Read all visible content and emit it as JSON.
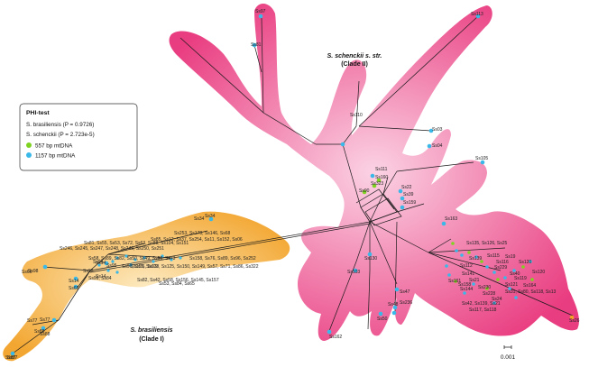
{
  "clades": {
    "schenckii": {
      "name": "S. schenckii s. str.",
      "sub": "(Clade II)"
    },
    "brasiliensis": {
      "name": "S. brasiliensis",
      "sub": "(Clade I)"
    }
  },
  "legend": {
    "title": "PHI-test",
    "brasiliensis": "S. brasiliensis (P = 0.9726)",
    "schenckii": "S. schenckii (P = 2.723e-5)",
    "green_label": "557 bp mtDNA",
    "cyan_label": "1157 bp mtDNA"
  },
  "scale": {
    "label": "0.001"
  },
  "colors": {
    "schenckii_region": "#e8337a",
    "schenckii_region_light": "#f7a8c8",
    "brasiliensis_region": "#f2a227",
    "brasiliensis_region_light": "#fde3ad",
    "green_dot": "#7ed321",
    "cyan_dot": "#3ab8e8",
    "branch": "#1a1a1a"
  },
  "nodes": [
    {
      "label": "Ss97",
      "type": "cyan"
    },
    {
      "label": "Ss81",
      "type": "cyan"
    },
    {
      "label": "Ss113",
      "type": "cyan"
    },
    {
      "label": "Ss110",
      "type": "cyan"
    },
    {
      "label": "Ss03",
      "type": "cyan"
    },
    {
      "label": "Ss04",
      "type": "cyan"
    },
    {
      "label": "Ss105",
      "type": "cyan"
    },
    {
      "label": "Ss111",
      "type": "cyan"
    },
    {
      "label": "Ss160",
      "type": "green"
    },
    {
      "label": "Ss323",
      "type": "green"
    },
    {
      "label": "Ss90",
      "type": "green"
    },
    {
      "label": "Ss22",
      "type": "cyan"
    },
    {
      "label": "Ss39",
      "type": "cyan"
    },
    {
      "label": "Ss159",
      "type": "cyan"
    },
    {
      "label": "Ss163",
      "type": "cyan"
    },
    {
      "label": "Ss130",
      "type": "cyan"
    },
    {
      "label": "Ss103",
      "type": "cyan"
    },
    {
      "label": "Ss162",
      "type": "cyan"
    },
    {
      "label": "Ss47",
      "type": "cyan"
    },
    {
      "label": "Ss236",
      "type": "cyan"
    },
    {
      "label": "Ss48",
      "type": "cyan"
    },
    {
      "label": "Ss50",
      "type": "cyan"
    },
    {
      "label": "Ss26",
      "type": "orange"
    },
    {
      "label": "Ss34",
      "type": "cyan"
    },
    {
      "label": "Ss98",
      "type": "cyan"
    },
    {
      "label": "Ss94",
      "type": "cyan"
    },
    {
      "label": "Ss77",
      "type": "cyan"
    },
    {
      "label": "Ss88",
      "type": "cyan"
    },
    {
      "label": "Ss87",
      "type": "cyan"
    },
    {
      "label": "Ss14",
      "type": "cyan"
    },
    {
      "label": "Ss65",
      "type": "cyan"
    }
  ],
  "brasiliensis_labels": [
    "Ss34",
    "Ss253, Ss178, Ss146, Ss68",
    "Ss85, Ss12, Ss37, Ss254, Ss11, Ss152, Ss06",
    "Ss246, Ss245, Ss247, Ss248, Ss249, Ss250, Ss251",
    "Ss81, Ss55, Ss53, Ss72, Ss63, Ss88, Ss104, Ss151",
    "Ss58, Ss89, Ss82, Ss50, Ss49, Ss59, Ss73",
    "Ss158, Ss76, Ss89, Ss96, Ss252",
    "Ss155, Ss128, Ss125, Ss150, Ss149, Ss57, Ss71, Ss86, Ss322",
    "Ss82, Ss42, Ss58, Ss156, Ss145, Ss157",
    "Ss53, Ss84, Ss65",
    "Ss95",
    "Ss98",
    "Ss96, Ss76, Ss79",
    "Ss99, Ss84",
    "Ss14",
    "Ss66",
    "Ss88",
    "Ss77",
    "Ss87",
    "Ss94"
  ],
  "schenckii_cluster_labels": [
    "Ss135, Ss126, Ss25",
    "Ss115",
    "Ss116",
    "Ss139",
    "Ss112",
    "Ss141",
    "Ss21",
    "Ss229",
    "Ss19",
    "Ss120",
    "Ss40",
    "Ss121",
    "Ss228",
    "Ss119",
    "Ss144",
    "Ss230",
    "Ss31, Ss80, Ss118, Ss13",
    "Ss120",
    "Ss24",
    "Ss117, Ss118",
    "Ss42, Ss139, Ss21",
    "Ss158",
    "Ss161",
    "Ss164"
  ]
}
